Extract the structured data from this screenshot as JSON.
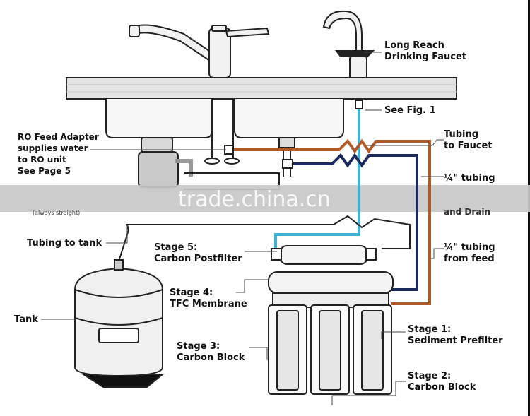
{
  "labels": {
    "faucet_1": "Long Reach",
    "faucet_2": "Drinking Faucet",
    "see_fig": "See Fig. 1",
    "adapter_1": "RO Feed Adapter",
    "adapter_2": "supplies water",
    "adapter_3": "to RO unit",
    "adapter_4": "See Page 5",
    "tubing_faucet_1": "Tubing",
    "tubing_faucet_2": "to Faucet",
    "quarter_tubing": "¼\" tubing",
    "and_drain": "and Drain",
    "always_straight": "(always straight)",
    "tubing_tank": "Tubing to tank",
    "stage5_1": "Stage 5:",
    "stage5_2": "Carbon Postfilter",
    "feed_1": "¼\" tubing",
    "feed_2": "from feed",
    "stage4_1": "Stage 4:",
    "stage4_2": "TFC Membrane",
    "tank": "Tank",
    "stage3_1": "Stage 3:",
    "stage3_2": "Carbon Block",
    "stage1_1": "Stage 1:",
    "stage1_2": "Sediment Prefilter",
    "stage2_1": "Stage 2:",
    "stage2_2": "Carbon Block"
  },
  "watermark": "trade.china.cn",
  "colors": {
    "tube_blue": "#3fb4d2",
    "tube_brown": "#b05a28",
    "tube_navy": "#1c2a5c",
    "line": "#222222",
    "counter": "#e4e4e4"
  }
}
